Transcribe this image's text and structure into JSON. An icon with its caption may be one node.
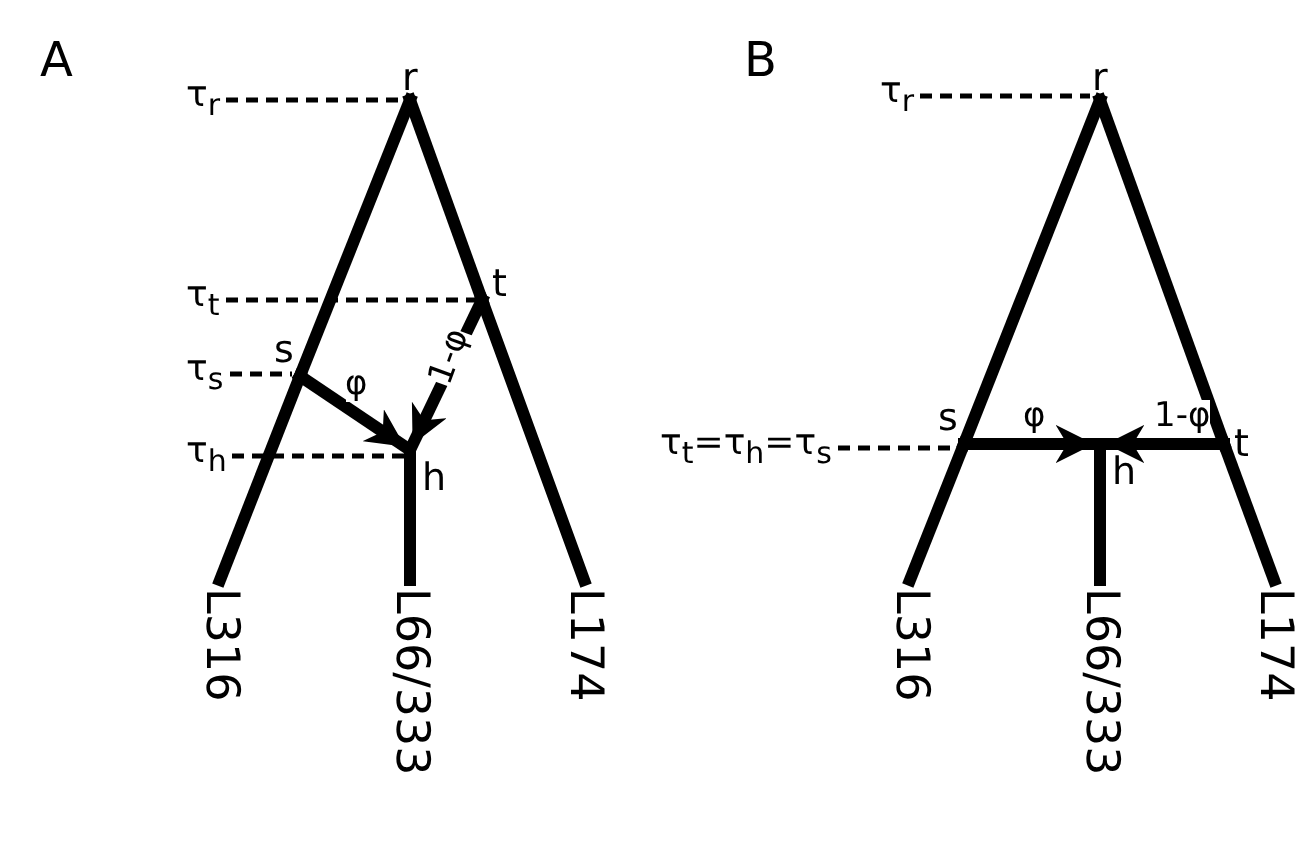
{
  "diagram": {
    "nodes": [
      {
        "text": [
          "r"
        ]
      },
      {
        "text": [
          "t"
        ]
      },
      {
        "text": [
          "s"
        ]
      },
      {
        "text": [
          "h"
        ]
      },
      {
        "text": [
          "L316"
        ]
      },
      {
        "text": [
          "L66/333"
        ]
      },
      {
        "text": [
          "L174"
        ]
      },
      {
        "text": [
          "r"
        ]
      },
      {
        "text": [
          "s"
        ]
      },
      {
        "text": [
          "t"
        ]
      },
      {
        "text": [
          "h"
        ]
      },
      {
        "text": [
          "L316"
        ]
      },
      {
        "text": [
          "L66/333"
        ]
      },
      {
        "text": [
          "L174"
        ]
      }
    ],
    "edges": [
      {
        "from": 0,
        "to": 2,
        "arrow": "none"
      },
      {
        "from": 2,
        "to": 4,
        "arrow": "none"
      },
      {
        "from": 0,
        "to": 1,
        "arrow": "none"
      },
      {
        "from": 1,
        "to": 6,
        "arrow": "none"
      },
      {
        "from": 2,
        "to": 3,
        "arrow": "to",
        "label": "φ"
      },
      {
        "from": 1,
        "to": 3,
        "arrow": "to",
        "label": "1-φ"
      },
      {
        "from": 3,
        "to": 5,
        "arrow": "none"
      },
      {
        "from": 7,
        "to": 8,
        "arrow": "none"
      },
      {
        "from": 8,
        "to": 11,
        "arrow": "none"
      },
      {
        "from": 7,
        "to": 9,
        "arrow": "none"
      },
      {
        "from": 9,
        "to": 13,
        "arrow": "none"
      },
      {
        "from": 8,
        "to": 10,
        "arrow": "to",
        "label": "φ"
      },
      {
        "from": 9,
        "to": 10,
        "arrow": "to",
        "label": "1-φ"
      },
      {
        "from": 10,
        "to": 12,
        "arrow": "none"
      }
    ],
    "labels": [
      "A",
      "τ$_{r}$",
      "τ$_{t}$",
      "τ$_{s}$",
      "τ$_{h}$",
      "B",
      "τ$_{r}$",
      "τ$_{t}$=τ$_{h}$=τ$_{s}$"
    ]
  }
}
